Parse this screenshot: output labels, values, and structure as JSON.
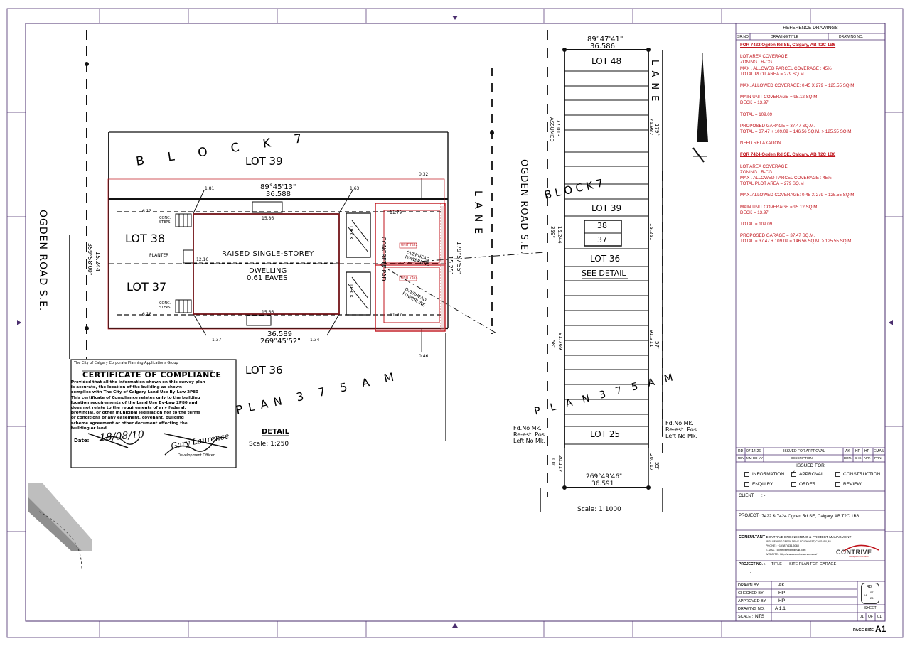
{
  "reference": {
    "title": "REFERENCE DRAWINGS",
    "col_sr": "SR.NO.",
    "col_title": "DRAWING TITLE",
    "col_no": "DRAWING NO."
  },
  "notes": {
    "a": {
      "heading": "FOR 7422 Ogden Rd SE, Calgary, AB T2C 1B6",
      "l1": "LOT AREA COVERAGE",
      "l2": "ZONING : R-CG",
      "l3": "MAX . ALLOWED PARCEL COVERAGE : 45%",
      "l4": "TOTAL PLOT AREA = 279 SQ.M",
      "l5": "MAX. ALLOWED COVERAGE: 0.45 X 279 = 125.55 SQ.M",
      "l6": "MAIN UNIT COVERAGE = 95.12 SQ.M",
      "l7": "DECK = 13.97",
      "l8": "TOTAL = 109.09",
      "l9": "PROPOSED GARAGE = 37.47 SQ.M.",
      "l10": "TOTAL = 37.47 + 109.09 = 146.56 SQ.M. > 125.55 SQ.M.",
      "l11": "NEED RELAXATION"
    },
    "b": {
      "heading": "FOR 7424 Ogden Rd SE, Calgary, AB T2C 1B6",
      "l1": "LOT AREA COVERAGE",
      "l2": "ZONING : R-CG",
      "l3": "MAX . ALLOWED PARCEL COVERAGE : 45%",
      "l4": "TOTAL PLOT AREA = 279 SQ.M",
      "l5": "MAX. ALLOWED COVERAGE: 0.45 X 279 = 125.55 SQ.M",
      "l6": "MAIN UNIT COVERAGE = 95.12 SQ.M",
      "l7": "DECK = 13.97",
      "l8": "TOTAL = 109.09",
      "l9": "PROPOSED GARAGE = 37.47 SQ.M.",
      "l10": "TOTAL = 37.47 + 109.09 = 146.56 SQ.M. > 125.55 SQ.M."
    }
  },
  "revision": {
    "rd": "RD",
    "date": "07-14-26",
    "desc": "ISSUED FOR APPROVAL",
    "ak": "AK",
    "hp1": "HP",
    "hp2": "HP",
    "email": "EMAIL",
    "h_rev": "REV",
    "h_date": "MM-DD-YY",
    "h_desc": "DESCRIPTION",
    "h_drn": "DRN.",
    "h_chk": "CHK",
    "h_app": "APP.",
    "h_prn": "PRN."
  },
  "issued": {
    "title": "ISSUED FOR",
    "information": "INFORMATION",
    "approval": "APPROVAL",
    "construction": "CONSTRUCTION",
    "enquiry": "ENQUIRY",
    "order": "ORDER",
    "review": "REVIEW"
  },
  "client": {
    "label": "CLIENT",
    "value": ":  -"
  },
  "project": {
    "label": "PROJECT",
    "value": ":  7422 & 7424 Ogden Rd SE, Calgary, AB T2C 1B6"
  },
  "consultant": {
    "label": "CONSULTANT :",
    "name": "CONTRIVE ENGINEERING & PROJECT MANAGMENT",
    "address": "88-34 RENFRO GREEN DRIVE SOUTHWEST, CALGARY, AB",
    "phone": "PHONE    : +1 (587)434-5060",
    "email": "E-MAIL    : contriveeng@gmail.com",
    "website": "WEBSITE : http://www.contriveservices.ca/",
    "logo_text": "CONTRIVE",
    "logo_tag": "Concepts for Completion"
  },
  "project_no": {
    "label": "PROJECT NO. :-",
    "value": "-"
  },
  "sheet_title": {
    "label": "TITLE  -",
    "value": "SITE PLAN FOR GARAGE"
  },
  "signoff": {
    "drawn_label": "DRAWN BY",
    "drawn_value": "AK",
    "checked_label": "CHECKED BY",
    "checked_value": "HP",
    "approved_label": "APPROVED BY",
    "approved_value": "HP",
    "drawing_no_label": "DRAWING NO.",
    "drawing_no_value": "A 1.1",
    "scale_label": "SCALE :",
    "scale_value": "NTS"
  },
  "stamp": {
    "rd": "RD",
    "date_a": "07",
    "date_b": "14",
    "date_c": "26"
  },
  "sheet": {
    "label": "SHEET",
    "num": "01",
    "of": "OF",
    "total": "01"
  },
  "page_size": {
    "label": "PAGE SIZE",
    "value": "A1"
  },
  "left_plan": {
    "block": "B  L  O  C  K    7",
    "lot39": "LOT 39",
    "lot38": "LOT 38",
    "lot37": "LOT 37",
    "lot36": "LOT 36",
    "bearing_top": "89°45'13\"",
    "dist_top": "36.588",
    "bearing_bot": "269°45'52\"",
    "dist_bot": "36.589",
    "house1": "RAISED SINGLE-STOREY",
    "house2": "DWELLING",
    "house3": "0.61 EAVES",
    "lane": "LANE",
    "road": "OGDEN ROAD S.E.",
    "plan": "PLAN  3 7 5  A M",
    "concrete": "CONCRETE PAD",
    "planter": "PLANTER",
    "conc_steps": "CONC. STEPS",
    "overhead_a": "OVERHEAD POWERLINE",
    "overhead_b": "OVERHEAD POWERLINE",
    "unit_a": "UNIT 7422",
    "unit_b": "UNIT 7424",
    "deck_a": "DECK",
    "deck_b": "DECK",
    "dim_left": "15.244",
    "dim_left2": "359°58'00\"",
    "dim_right": "15.251",
    "dim_right2": "179°57'55\"",
    "w1": "15.86",
    "w2": "15.66",
    "w3": "12.16",
    "w4": "6.13",
    "w5": "6.18",
    "w6": "11.79",
    "w7": "11.77",
    "o1": "1.81",
    "o2": "1.63",
    "o3": "1.37",
    "o4": "1.34",
    "o5": "0.32",
    "o6": "0.46",
    "detail": "DETAIL",
    "scale": "Scale:  1:250",
    "cert_hdr": "The City of Calgary Corporate Planning Applications Group",
    "cert_title": "CERTIFICATE OF COMPLIANCE",
    "cert_body": [
      "Provided that all the information shown on this survey plan",
      "is accurate, the location of the building as shown",
      "complies with The City of Calgary Land Use By-Law 2P80",
      "This certificate of Compliance relates only to the building",
      "location requirements of the Land Use By-Law 2P80 and",
      "does not relate to the requirements of any federal,",
      "provincial, or other municipal legislation nor to the terms",
      "or conditions of any easement, covenant, building",
      "scheme agreement or other document affecting the",
      "building or land."
    ],
    "cert_date_label": "Date:",
    "cert_date": "18/08/10",
    "cert_sig": "Gary Laurence",
    "cert_officer": "Development Officer"
  },
  "right_plan": {
    "bearing_top": "89°47'41\"",
    "dist_top": "36.586",
    "lot48": "LOT 48",
    "lot39": "LOT 39",
    "lot38": "38",
    "lot37": "37",
    "lot36": "LOT 36",
    "see": "SEE DETAIL",
    "lot25": "LOT 25",
    "block": "B    L    O    C    K        7",
    "lane": "LANE",
    "road": "OGDEN ROAD S.E.",
    "plan": "P L A N   3 7 5   A M",
    "assumed": "ASSUMED",
    "d1": "77.013",
    "d2": "76.987",
    "d3": "179°",
    "d4": "359°",
    "d5": "15.244",
    "d6": "15.251",
    "d7": "91.769",
    "d8": "58'",
    "d9": "91.311",
    "d10": "57'",
    "d11": "20.117",
    "d12": "00'",
    "d13": "20.117",
    "d14": "55'",
    "fd_left": "Fd.No Mk.",
    "fd_left2": "Re-est. Pos.",
    "fd_left3": "Left No Mk.",
    "fd_right": "Fd.No Mk.",
    "fd_right2": "Re-est. Pos.",
    "fd_right3": "Left No Mk.",
    "bearing_bot": "269°49'46\"",
    "dist_bot": "36.591",
    "scale": "Scale:  1:1000"
  }
}
